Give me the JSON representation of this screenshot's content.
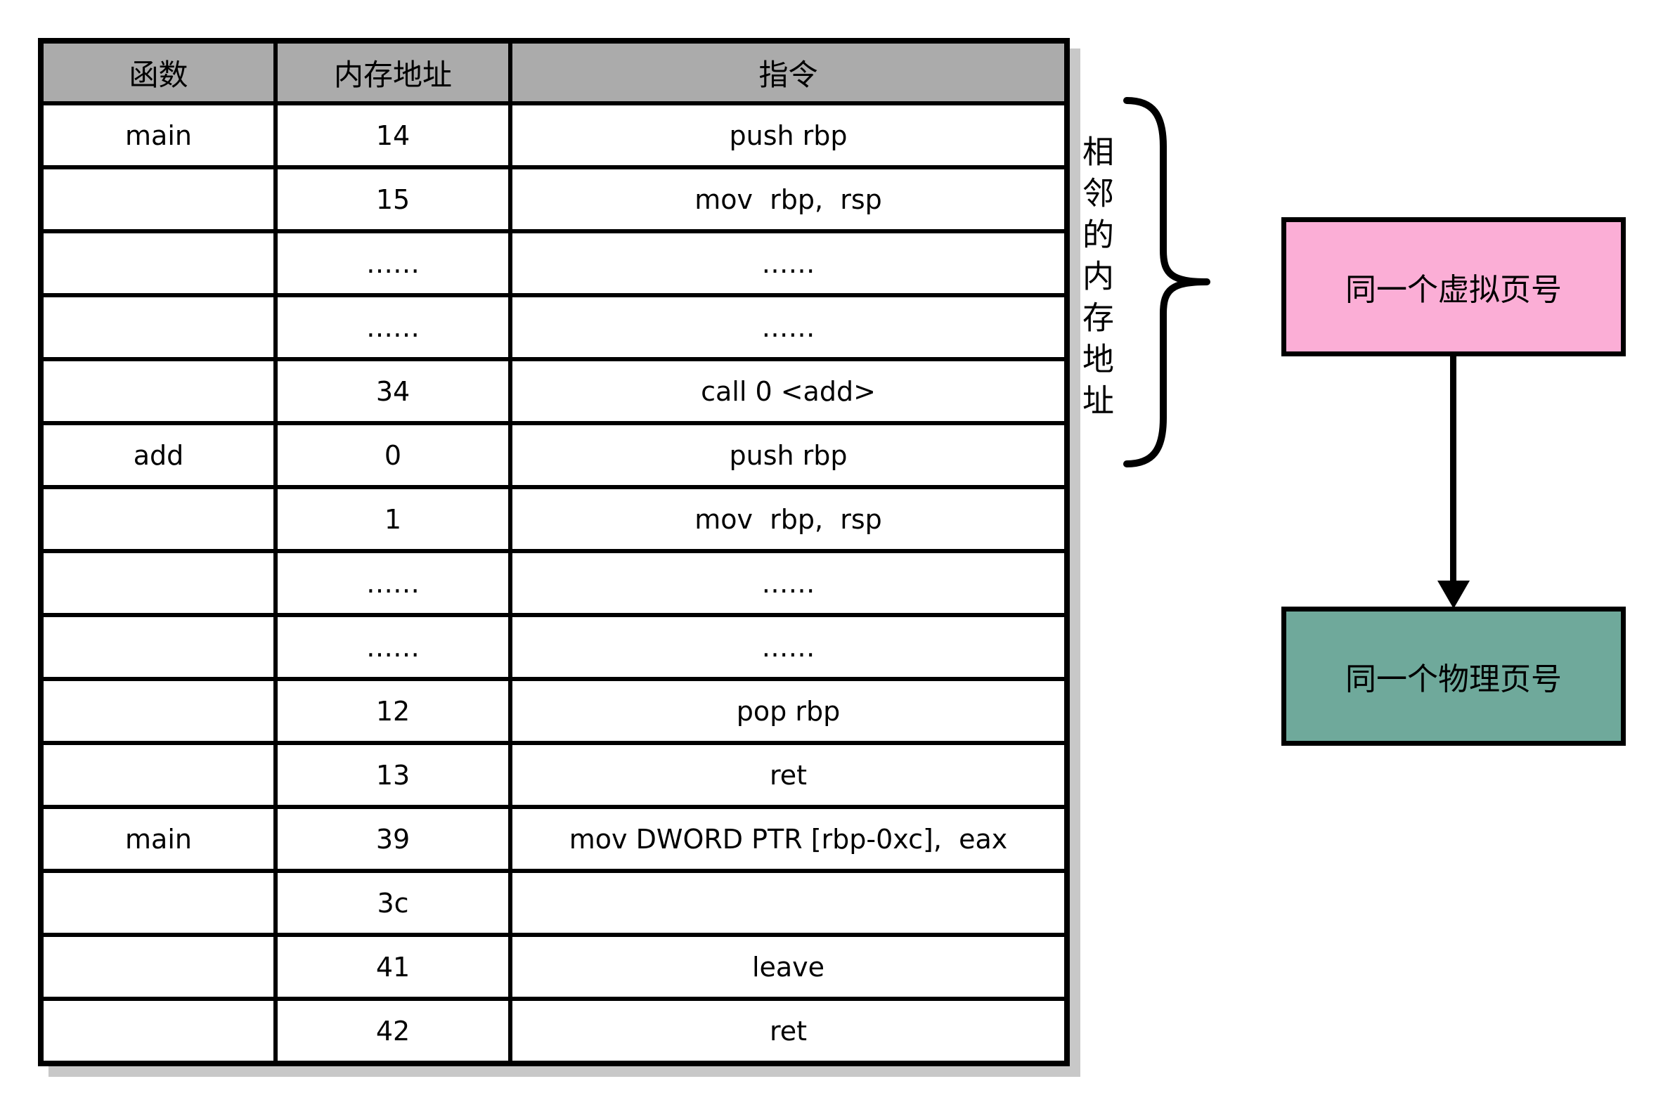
{
  "colors": {
    "text": "#000000",
    "table_border": "#000000",
    "header_bg": "#ABABAB",
    "shadow": "#C8C8C8",
    "virtual_bg": "#FBAED6",
    "physical_bg": "#6FA99B"
  },
  "table": {
    "headers": [
      "函数",
      "内存地址",
      "指令"
    ],
    "rows": [
      {
        "func": "main",
        "addr": "14",
        "instr": "push rbp"
      },
      {
        "func": "",
        "addr": "15",
        "instr": "mov  rbp,  rsp"
      },
      {
        "func": "",
        "addr": "……",
        "instr": "……"
      },
      {
        "func": "",
        "addr": "……",
        "instr": "……"
      },
      {
        "func": "",
        "addr": "34",
        "instr": "call 0 <add>"
      },
      {
        "func": "add",
        "addr": "0",
        "instr": "push rbp"
      },
      {
        "func": "",
        "addr": "1",
        "instr": "mov  rbp,  rsp"
      },
      {
        "func": "",
        "addr": "……",
        "instr": "……"
      },
      {
        "func": "",
        "addr": "……",
        "instr": "……"
      },
      {
        "func": "",
        "addr": "12",
        "instr": "pop rbp"
      },
      {
        "func": "",
        "addr": "13",
        "instr": "ret"
      },
      {
        "func": "main",
        "addr": "39",
        "instr": "mov DWORD PTR [rbp-0xc],  eax"
      },
      {
        "func": "",
        "addr": "3c",
        "instr": ""
      },
      {
        "func": "",
        "addr": "41",
        "instr": "leave"
      },
      {
        "func": "",
        "addr": "42",
        "instr": "ret"
      }
    ]
  },
  "brace": {
    "label": "相邻的内存地址"
  },
  "virtual_box": {
    "label": "同一个虚拟页号"
  },
  "physical_box": {
    "label": "同一个物理页号"
  }
}
